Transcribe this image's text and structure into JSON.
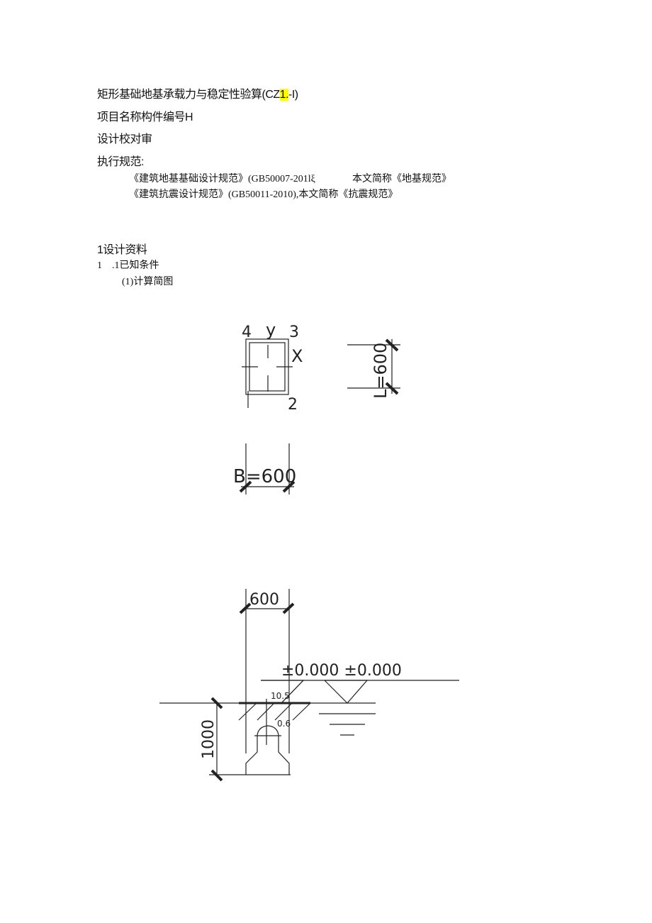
{
  "header": {
    "title_prefix": "矩形基础地基承载力与稳定性验算(CZ",
    "title_highlight": "1.",
    "title_suffix": "-I)",
    "project_line": "项目名称构件编号H",
    "design_line": "设计校对审",
    "codes_label": "执行规范:"
  },
  "codes": [
    {
      "name": "《建筑地基基础设计规范》(GB50007-201lξ",
      "abbr": "本文简称《地基规范》"
    },
    {
      "name": "《建筑抗震设计规范》(GB50011-2010),本文简称《抗震规范》"
    }
  ],
  "section1": {
    "heading": "1设计资料",
    "sub": "1　.1已知条件",
    "item": "(1)计算简图"
  },
  "plan_view": {
    "corner4": "4",
    "axis_y": "y",
    "corner3": "3",
    "axis_x": "X",
    "corner2": "2",
    "l_dim": "L=600",
    "b_dim": "B=600"
  },
  "section_view": {
    "width_dim": "600",
    "elevation_labels": "±0.000 ±0.000",
    "depth_dim": "1000",
    "label_a": "10.5",
    "label_b": "0.6"
  }
}
